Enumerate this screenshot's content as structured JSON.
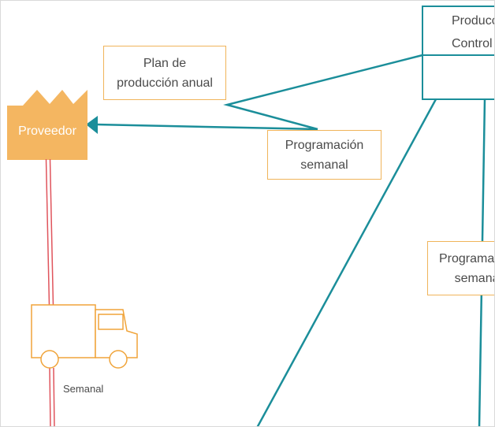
{
  "diagram": {
    "control": {
      "title": "Producción\nControl"
    },
    "boxes": {
      "annual_plan": "Plan de\nproducción anual",
      "weekly_schedule_left": "Programación\nsemanal",
      "weekly_schedule_right": "Programación\nsemanal"
    },
    "supplier": {
      "label": "Proveedor"
    },
    "shipment": {
      "frequency": "Semanal"
    },
    "colors": {
      "teal": "#1b8e9a",
      "orange": "#f0b45a",
      "red": "#e0545c"
    },
    "icons": [
      "factory-icon",
      "truck-icon"
    ]
  }
}
